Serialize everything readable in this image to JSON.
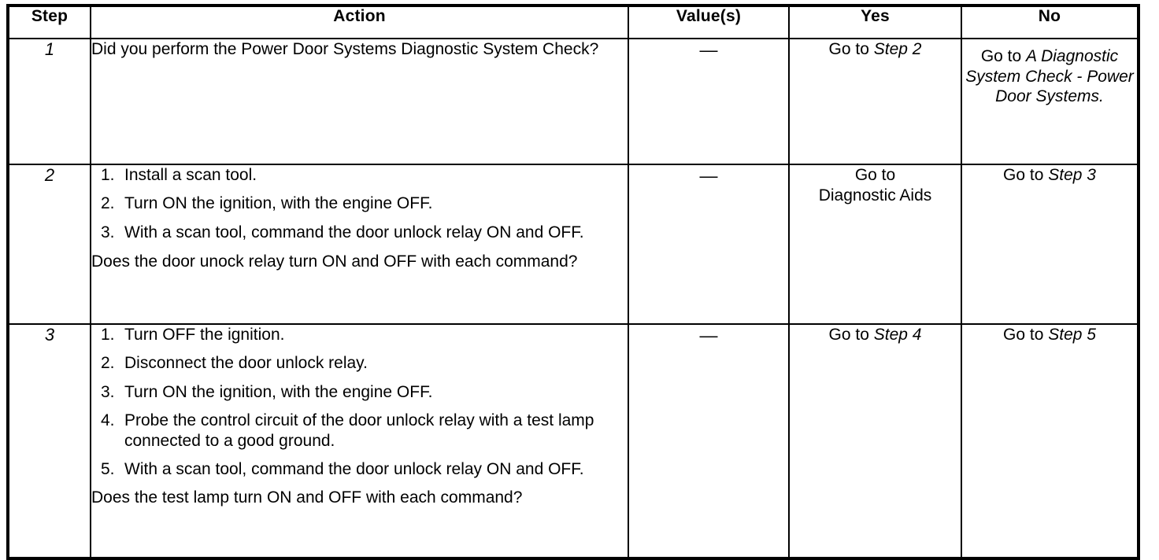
{
  "table": {
    "headers": [
      "Step",
      "Action",
      "Value(s)",
      "Yes",
      "No"
    ],
    "rows": [
      {
        "step": "1",
        "action": {
          "lead": "Did you perform the Power Door Systems Diagnostic System Check?",
          "items": [],
          "question": ""
        },
        "value": "—",
        "yes": {
          "prefix": "Go to ",
          "emphasis": "Step 2",
          "align": "bottom"
        },
        "no": {
          "prefix": "Go to ",
          "emphasis": "A Diagnostic System Check - Power Door Systems.",
          "align": "top"
        }
      },
      {
        "step": "2",
        "action": {
          "lead": "",
          "items": [
            {
              "num": "1.",
              "text": "Install a scan tool."
            },
            {
              "num": "2.",
              "text": "Turn ON the ignition, with the engine OFF."
            },
            {
              "num": "3.",
              "text": "With a scan tool, command the door unlock relay ON and OFF."
            }
          ],
          "question": "Does the door unock relay turn ON and OFF with each command?"
        },
        "value": "—",
        "yes": {
          "prefix": "Go to",
          "emphasis": "",
          "plain_second_line": "Diagnostic Aids",
          "align": "bottom"
        },
        "no": {
          "prefix": "Go to ",
          "emphasis": "Step 3",
          "align": "bottom"
        }
      },
      {
        "step": "3",
        "action": {
          "lead": "",
          "items": [
            {
              "num": "1.",
              "text": "Turn OFF the ignition."
            },
            {
              "num": "2.",
              "text": "Disconnect the door unlock relay."
            },
            {
              "num": "3.",
              "text": "Turn ON the ignition, with the engine OFF."
            },
            {
              "num": "4.",
              "text": "Probe the control circuit of the door unlock relay with a test lamp connected to a good ground."
            },
            {
              "num": "5.",
              "text": "With a scan tool, command the door unlock relay ON and OFF."
            }
          ],
          "question": "Does the test lamp turn ON and OFF with each command?"
        },
        "value": "—",
        "yes": {
          "prefix": "Go to ",
          "emphasis": "Step 4",
          "align": "bottom"
        },
        "no": {
          "prefix": "Go to ",
          "emphasis": "Step 5",
          "align": "bottom"
        }
      }
    ]
  },
  "colors": {
    "ink": "#000000",
    "paper": "#ffffff"
  }
}
